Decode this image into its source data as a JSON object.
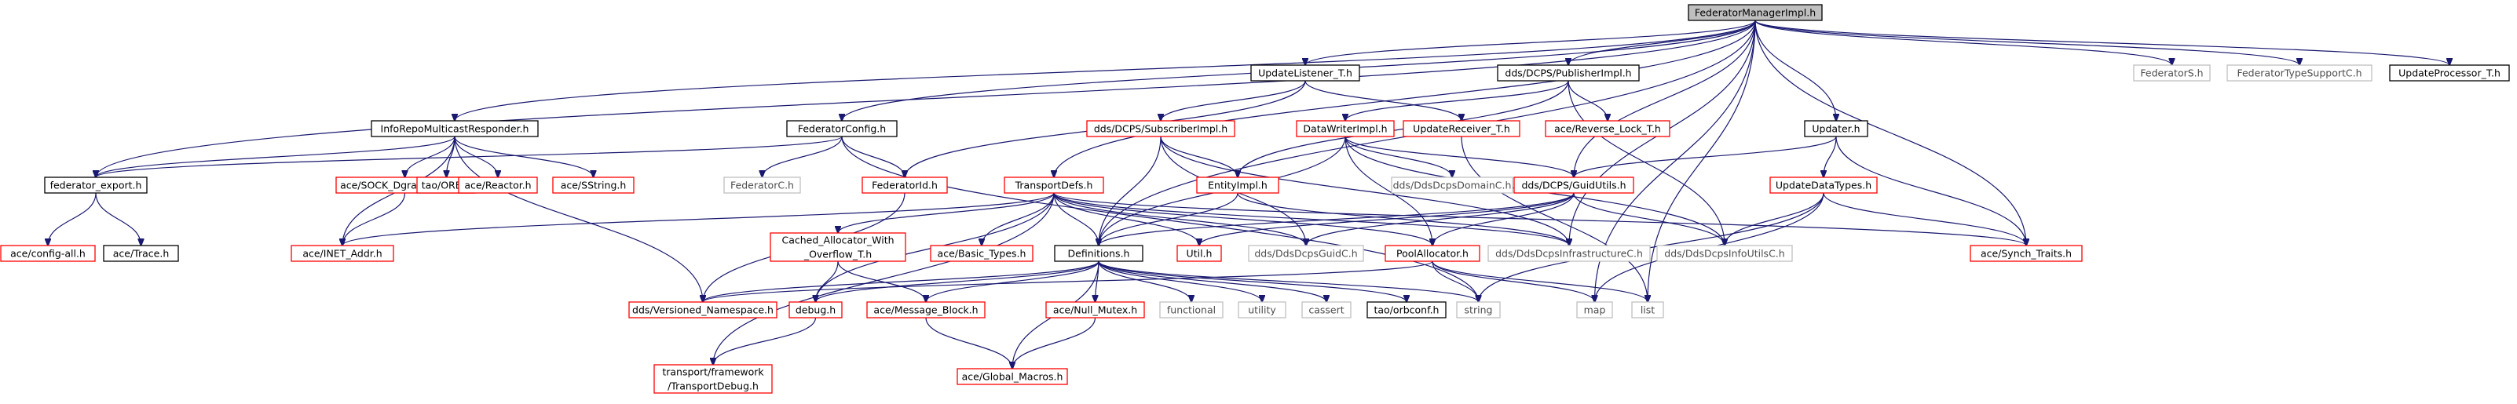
{
  "colors": {
    "edge": "#191970",
    "border_default": "#000000",
    "border_red": "#ff0000",
    "border_gray": "#bfbfbf",
    "fill_root": "#bfbfbf",
    "fill_default": "#ffffff",
    "text": "#000000",
    "text_gray": "#4d4d4d"
  },
  "nodes": [
    {
      "id": "root",
      "label": "FederatorManagerImpl.h",
      "kind": "root"
    },
    {
      "id": "fed_export",
      "label": "federator_export.h",
      "kind": "default"
    },
    {
      "id": "inforepo",
      "label": "InfoRepoMulticastResponder.h",
      "kind": "default"
    },
    {
      "id": "fedconfig",
      "label": "FederatorConfig.h",
      "kind": "default"
    },
    {
      "id": "updlistener",
      "label": "UpdateListener_T.h",
      "kind": "default"
    },
    {
      "id": "pubimpl",
      "label": "dds/DCPS/PublisherImpl.h",
      "kind": "default"
    },
    {
      "id": "updater",
      "label": "Updater.h",
      "kind": "default"
    },
    {
      "id": "updprocessor",
      "label": "UpdateProcessor_T.h",
      "kind": "default"
    },
    {
      "id": "federatorS",
      "label": "FederatorS.h",
      "kind": "gray"
    },
    {
      "id": "fedtypesupport",
      "label": "FederatorTypeSupportC.h",
      "kind": "gray"
    },
    {
      "id": "ace_configall",
      "label": "ace/config-all.h",
      "kind": "red"
    },
    {
      "id": "ace_trace",
      "label": "ace/Trace.h",
      "kind": "default"
    },
    {
      "id": "sock_dgram",
      "label": "ace/SOCK_Dgram_Mcast.h",
      "kind": "red"
    },
    {
      "id": "tao_orb",
      "label": "tao/ORB.h",
      "kind": "red"
    },
    {
      "id": "ace_reactor",
      "label": "ace/Reactor.h",
      "kind": "red"
    },
    {
      "id": "ace_sstring",
      "label": "ace/SString.h",
      "kind": "red"
    },
    {
      "id": "inet_addr",
      "label": "ace/INET_Addr.h",
      "kind": "red"
    },
    {
      "id": "federatorC",
      "label": "FederatorC.h",
      "kind": "gray"
    },
    {
      "id": "federatorid",
      "label": "FederatorId.h",
      "kind": "red"
    },
    {
      "id": "transportdefs",
      "label": "TransportDefs.h",
      "kind": "red"
    },
    {
      "id": "subimpl",
      "label": "dds/DCPS/SubscriberImpl.h",
      "kind": "red"
    },
    {
      "id": "updreceiver",
      "label": "UpdateReceiver_T.h",
      "kind": "red"
    },
    {
      "id": "reverselock",
      "label": "ace/Reverse_Lock_T.h",
      "kind": "red"
    },
    {
      "id": "datawriterimpl",
      "label": "DataWriterImpl.h",
      "kind": "red"
    },
    {
      "id": "entityimpl",
      "label": "EntityImpl.h",
      "kind": "red"
    },
    {
      "id": "ddsdomainc",
      "label": "dds/DdsDcpsDomainC.h",
      "kind": "gray"
    },
    {
      "id": "guidutils",
      "label": "dds/DCPS/GuidUtils.h",
      "kind": "red"
    },
    {
      "id": "updatedatatypes",
      "label": "UpdateDataTypes.h",
      "kind": "red"
    },
    {
      "id": "cached_alloc",
      "label": "Cached_Allocator_With\n_Overflow_T.h",
      "kind": "red"
    },
    {
      "id": "basic_types",
      "label": "ace/Basic_Types.h",
      "kind": "red"
    },
    {
      "id": "definitions",
      "label": "Definitions.h",
      "kind": "default"
    },
    {
      "id": "util",
      "label": "Util.h",
      "kind": "red"
    },
    {
      "id": "guidc",
      "label": "dds/DdsDcpsGuidC.h",
      "kind": "gray"
    },
    {
      "id": "poolalloc",
      "label": "PoolAllocator.h",
      "kind": "red"
    },
    {
      "id": "infrac",
      "label": "dds/DdsDcpsInfrastructureC.h",
      "kind": "gray"
    },
    {
      "id": "infoutilsc",
      "label": "dds/DdsDcpsInfoUtilsC.h",
      "kind": "gray"
    },
    {
      "id": "synch_traits",
      "label": "ace/Synch_Traits.h",
      "kind": "red"
    },
    {
      "id": "versioned_ns",
      "label": "dds/Versioned_Namespace.h",
      "kind": "red"
    },
    {
      "id": "debug",
      "label": "debug.h",
      "kind": "red"
    },
    {
      "id": "msg_block",
      "label": "ace/Message_Block.h",
      "kind": "red"
    },
    {
      "id": "null_mutex",
      "label": "ace/Null_Mutex.h",
      "kind": "red"
    },
    {
      "id": "functional",
      "label": "functional",
      "kind": "gray"
    },
    {
      "id": "utility",
      "label": "utility",
      "kind": "gray"
    },
    {
      "id": "cassert",
      "label": "cassert",
      "kind": "gray"
    },
    {
      "id": "orbconf",
      "label": "tao/orbconf.h",
      "kind": "default"
    },
    {
      "id": "string",
      "label": "string",
      "kind": "gray"
    },
    {
      "id": "map",
      "label": "map",
      "kind": "gray"
    },
    {
      "id": "list",
      "label": "list",
      "kind": "gray"
    },
    {
      "id": "transportdebug",
      "label": "transport/framework\n/TransportDebug.h",
      "kind": "red"
    },
    {
      "id": "global_macros",
      "label": "ace/Global_Macros.h",
      "kind": "red"
    }
  ],
  "edges": [
    [
      "root",
      "inforepo"
    ],
    [
      "root",
      "fed_export"
    ],
    [
      "root",
      "fedconfig"
    ],
    [
      "root",
      "updlistener"
    ],
    [
      "root",
      "pubimpl"
    ],
    [
      "root",
      "updater"
    ],
    [
      "root",
      "updprocessor"
    ],
    [
      "root",
      "federatorS"
    ],
    [
      "root",
      "fedtypesupport"
    ],
    [
      "root",
      "transportdefs"
    ],
    [
      "root",
      "definitions"
    ],
    [
      "root",
      "guidutils"
    ],
    [
      "root",
      "synch_traits"
    ],
    [
      "root",
      "infrac"
    ],
    [
      "root",
      "map"
    ],
    [
      "root",
      "list"
    ],
    [
      "inforepo",
      "fed_export"
    ],
    [
      "inforepo",
      "sock_dgram"
    ],
    [
      "inforepo",
      "tao_orb"
    ],
    [
      "inforepo",
      "ace_reactor"
    ],
    [
      "inforepo",
      "ace_sstring"
    ],
    [
      "inforepo",
      "inet_addr"
    ],
    [
      "inforepo",
      "versioned_ns"
    ],
    [
      "fed_export",
      "ace_configall"
    ],
    [
      "fed_export",
      "ace_trace"
    ],
    [
      "sock_dgram",
      "inet_addr"
    ],
    [
      "fedconfig",
      "fed_export"
    ],
    [
      "fedconfig",
      "federatorC"
    ],
    [
      "fedconfig",
      "federatorid"
    ],
    [
      "fedconfig",
      "string"
    ],
    [
      "updlistener",
      "federatorid"
    ],
    [
      "updlistener",
      "subimpl"
    ],
    [
      "updlistener",
      "updreceiver"
    ],
    [
      "pubimpl",
      "datawriterimpl"
    ],
    [
      "pubimpl",
      "reverselock"
    ],
    [
      "pubimpl",
      "entityimpl"
    ],
    [
      "pubimpl",
      "infoutilsc"
    ],
    [
      "updater",
      "guidutils"
    ],
    [
      "updater",
      "updatedatatypes"
    ],
    [
      "updater",
      "synch_traits"
    ],
    [
      "updreceiver",
      "list"
    ],
    [
      "federatorid",
      "versioned_ns"
    ],
    [
      "subimpl",
      "entityimpl"
    ],
    [
      "subimpl",
      "definitions"
    ],
    [
      "subimpl",
      "infrac"
    ],
    [
      "subimpl",
      "guidc"
    ],
    [
      "datawriterimpl",
      "ddsdomainc"
    ],
    [
      "datawriterimpl",
      "guidutils"
    ],
    [
      "datawriterimpl",
      "definitions"
    ],
    [
      "datawriterimpl",
      "poolalloc"
    ],
    [
      "datawriterimpl",
      "infoutilsc"
    ],
    [
      "entityimpl",
      "definitions"
    ],
    [
      "entityimpl",
      "infrac"
    ],
    [
      "guidutils",
      "util"
    ],
    [
      "guidutils",
      "guidc"
    ],
    [
      "guidutils",
      "poolalloc"
    ],
    [
      "guidutils",
      "infoutilsc"
    ],
    [
      "guidutils",
      "definitions"
    ],
    [
      "updatedatatypes",
      "infoutilsc"
    ],
    [
      "updatedatatypes",
      "synch_traits"
    ],
    [
      "updatedatatypes",
      "map"
    ],
    [
      "updatedatatypes",
      "string"
    ],
    [
      "transportdefs",
      "inet_addr"
    ],
    [
      "transportdefs",
      "cached_alloc"
    ],
    [
      "transportdefs",
      "basic_types"
    ],
    [
      "transportdefs",
      "definitions"
    ],
    [
      "transportdefs",
      "util"
    ],
    [
      "transportdefs",
      "guidc"
    ],
    [
      "transportdefs",
      "poolalloc"
    ],
    [
      "transportdefs",
      "infrac"
    ],
    [
      "transportdefs",
      "synch_traits"
    ],
    [
      "transportdefs",
      "debug"
    ],
    [
      "transportdefs",
      "transportdebug"
    ],
    [
      "cached_alloc",
      "debug"
    ],
    [
      "cached_alloc",
      "msg_block"
    ],
    [
      "definitions",
      "versioned_ns"
    ],
    [
      "definitions",
      "debug"
    ],
    [
      "definitions",
      "msg_block"
    ],
    [
      "definitions",
      "null_mutex"
    ],
    [
      "definitions",
      "functional"
    ],
    [
      "definitions",
      "utility"
    ],
    [
      "definitions",
      "cassert"
    ],
    [
      "definitions",
      "orbconf"
    ],
    [
      "definitions",
      "string"
    ],
    [
      "definitions",
      "global_macros"
    ],
    [
      "poolalloc",
      "versioned_ns"
    ],
    [
      "poolalloc",
      "string"
    ],
    [
      "poolalloc",
      "map"
    ],
    [
      "poolalloc",
      "list"
    ],
    [
      "debug",
      "transportdebug"
    ],
    [
      "msg_block",
      "global_macros"
    ],
    [
      "null_mutex",
      "global_macros"
    ]
  ]
}
